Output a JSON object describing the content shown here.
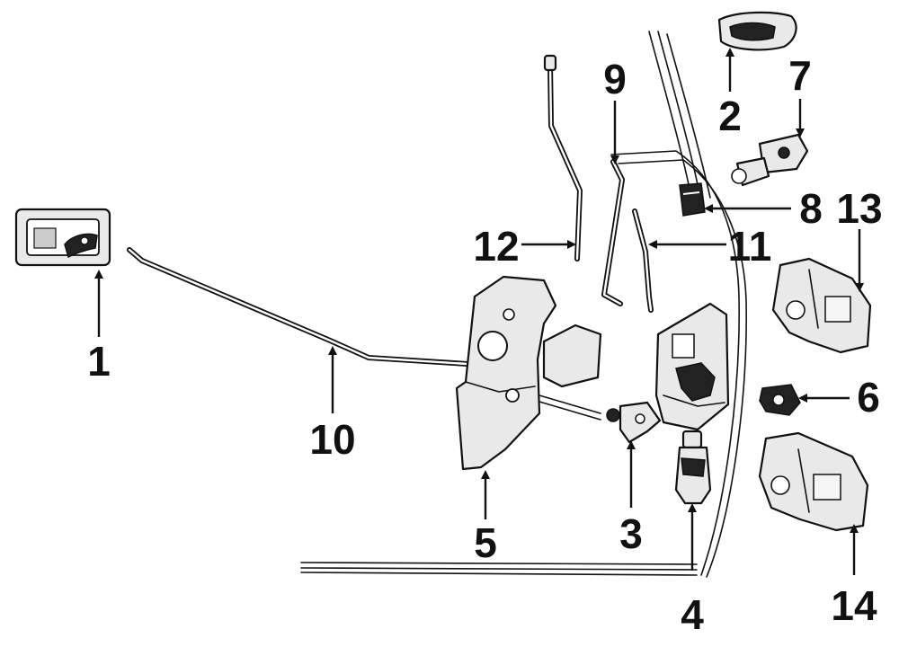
{
  "callouts": [
    {
      "id": "c1",
      "label": "1"
    },
    {
      "id": "c2",
      "label": "2"
    },
    {
      "id": "c3",
      "label": "3"
    },
    {
      "id": "c4",
      "label": "4"
    },
    {
      "id": "c5",
      "label": "5"
    },
    {
      "id": "c6",
      "label": "6"
    },
    {
      "id": "c7",
      "label": "7"
    },
    {
      "id": "c8",
      "label": "8"
    },
    {
      "id": "c9",
      "label": "9"
    },
    {
      "id": "c10",
      "label": "10"
    },
    {
      "id": "c11",
      "label": "11"
    },
    {
      "id": "c12",
      "label": "12"
    },
    {
      "id": "c13",
      "label": "13"
    },
    {
      "id": "c14",
      "label": "14"
    }
  ]
}
